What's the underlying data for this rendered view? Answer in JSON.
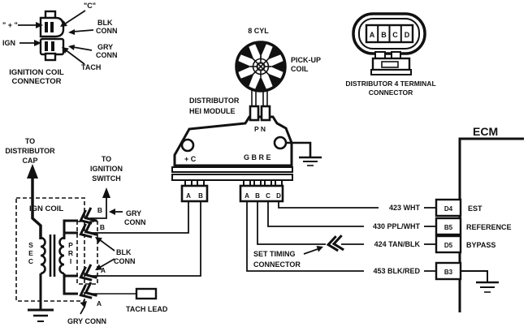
{
  "ignition_coil_connector": {
    "title1": "IGNITION COIL",
    "title2": "CONNECTOR",
    "pin_c": "\"C\"",
    "pin_plus": "\" + \"",
    "pin_ign": "IGN",
    "blk1": "BLK",
    "blk2": "CONN",
    "gry1": "GRY",
    "gry2": "CONN",
    "tach": "TACH"
  },
  "pickup": {
    "cyl": "8 CYL",
    "l1": "PICK-UP",
    "l2": "COIL"
  },
  "hei": {
    "l1": "DISTRIBUTOR",
    "l2": "HEI MODULE",
    "pn": "P N",
    "plusc": "+ C",
    "gbre": "G B R E",
    "c2a": "A",
    "c2b": "B",
    "c4a": "A",
    "c4b": "B",
    "c4c": "C",
    "c4d": "D"
  },
  "dist4": {
    "a": "A",
    "b": "B",
    "c": "C",
    "d": "D",
    "l1": "DISTRIBUTOR 4 TERMINAL",
    "l2": "CONNECTOR"
  },
  "left": {
    "cap1": "TO",
    "cap2": "DISTRIBUTOR",
    "cap3": "CAP",
    "sw1": "TO",
    "sw2": "IGNITION",
    "sw3": "SWITCH",
    "igncoil": "IGN COIL",
    "sec_s": "S",
    "sec_e": "E",
    "sec_c": "C",
    "pri_p": "P",
    "pri_r": "R",
    "pri_i": "I",
    "b_up": "B",
    "b_low": "B",
    "a_up": "A",
    "a_low": "A",
    "gryup1": "GRY",
    "gryup2": "CONN",
    "blk1": "BLK",
    "blk2": "CONN",
    "tachlead": "TACH LEAD",
    "grylow": "GRY CONN"
  },
  "ecm": {
    "title": "ECM",
    "wires": [
      {
        "label": "423 WHT",
        "pin": "D4",
        "fn": "EST"
      },
      {
        "label": "430 PPL/WHT",
        "pin": "B5",
        "fn": "REFERENCE"
      },
      {
        "label": "424 TAN/BLK",
        "pin": "D5",
        "fn": "BYPASS"
      },
      {
        "label": "453 BLK/RED",
        "pin": "B3",
        "fn": ""
      }
    ],
    "set1": "SET TIMING",
    "set2": "CONNECTOR"
  },
  "colors": {
    "ink": "#111111",
    "bg": "#ffffff"
  }
}
